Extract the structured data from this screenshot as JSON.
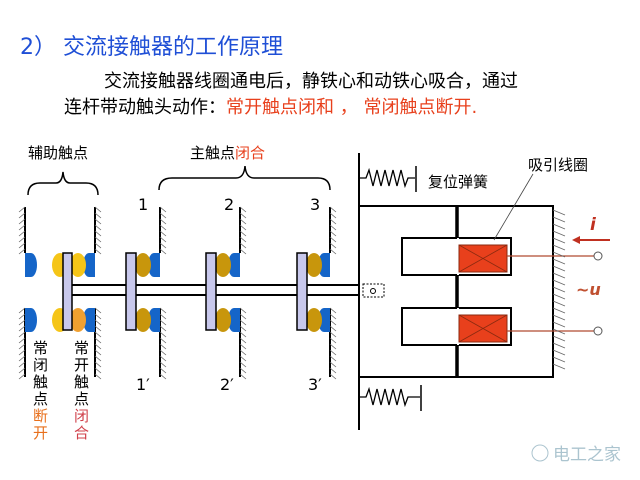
{
  "title": "2） 交流接触器的工作原理",
  "desc": {
    "line1": "交流接触器线圈通电后，静铁心和动铁心吸合，通过",
    "line2_black": "连杆带动触头动作：",
    "line2_red": "常开触点闭和 ， 常闭触点断开."
  },
  "labels": {
    "aux": "辅助触点",
    "main_black": "主触点",
    "main_red": "闭合",
    "nc_black": [
      "常",
      "闭",
      "触",
      "点"
    ],
    "nc_red": [
      "断",
      "开"
    ],
    "no_black": [
      "常",
      "开",
      "触",
      "点"
    ],
    "no_red": [
      "闭",
      "合"
    ],
    "num_top": [
      "1",
      "2",
      "3"
    ],
    "num_bottom": [
      "1′",
      "2′",
      "3′"
    ],
    "spring": "复位弹簧",
    "coil": "吸引线圈",
    "current": "i",
    "voltage": "~u"
  },
  "watermark": "电工之家",
  "colors": {
    "title": "#1f4fd6",
    "red": "#e8401c",
    "blue": "#1565c8",
    "gold": "#c8960c",
    "yellow": "#f5c518",
    "plate": "#c8c8ec"
  }
}
